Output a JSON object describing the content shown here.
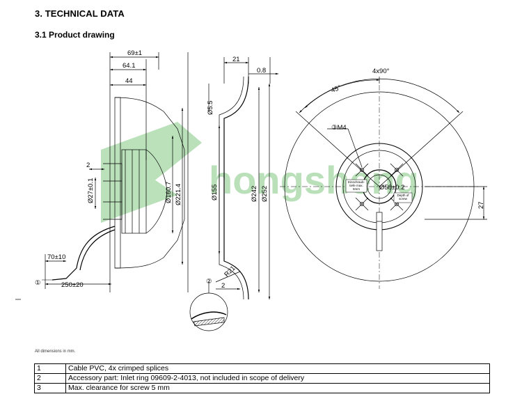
{
  "heading": "3. TECHNICAL DATA",
  "subheading": "3.1 Product drawing",
  "dimensions_note": "All dimensions in mm.",
  "watermark": "hongsheng",
  "drawing": {
    "side_view": {
      "d_69": "69±1",
      "d_64_1": "64.1",
      "d_44": "44",
      "d_2": "2",
      "d_27": "Ø27±0.1",
      "d_160_7": "Ø160.7",
      "d_221_4": "Ø221.4",
      "d_70": "70±10",
      "d_250": "250±20",
      "callout_1": "①"
    },
    "ring_view": {
      "d_21": "21",
      "d_0_8": "0.8",
      "d_5_5": "Ø5.5",
      "d_155": "Ø155",
      "d_242": "Ø242",
      "d_252": "Ø252",
      "d_r21": "R21",
      "d_2": "2",
      "callout_2": "②"
    },
    "front_view": {
      "d_4x90": "4x90°",
      "d_45": "45°",
      "d_m4": "③M4",
      "d_58": "Ø58±0.2",
      "d_27": "27",
      "label_max_screw": "Einschraub-tiefe max. 5mm",
      "label_depth_screw": "Depth of screw"
    }
  },
  "notes_table": [
    {
      "num": "1",
      "text": "Cable PVC, 4x crimped splices"
    },
    {
      "num": "2",
      "text": "Accessory part: Inlet ring 09609-2-4013, not included in scope of delivery"
    },
    {
      "num": "3",
      "text": "Max. clearance for screw 5 mm"
    }
  ]
}
